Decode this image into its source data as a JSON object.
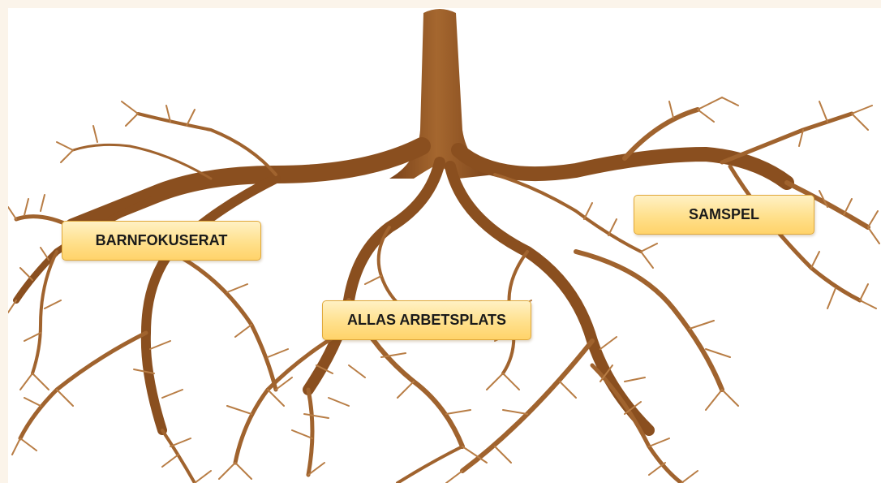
{
  "colors": {
    "root_dark": "#8a4f1f",
    "root_mid": "#a86a34",
    "root_light": "#c8935a",
    "label_fill": "#ffe08c",
    "label_border": "#e0a83a",
    "frame": "#fbf4ea"
  },
  "labels": {
    "barnfokuserat": "BARNFOKUSERAT",
    "allas_arbetsplats": "ALLAS ARBETSPLATS",
    "samspel": "SAMSPEL"
  }
}
